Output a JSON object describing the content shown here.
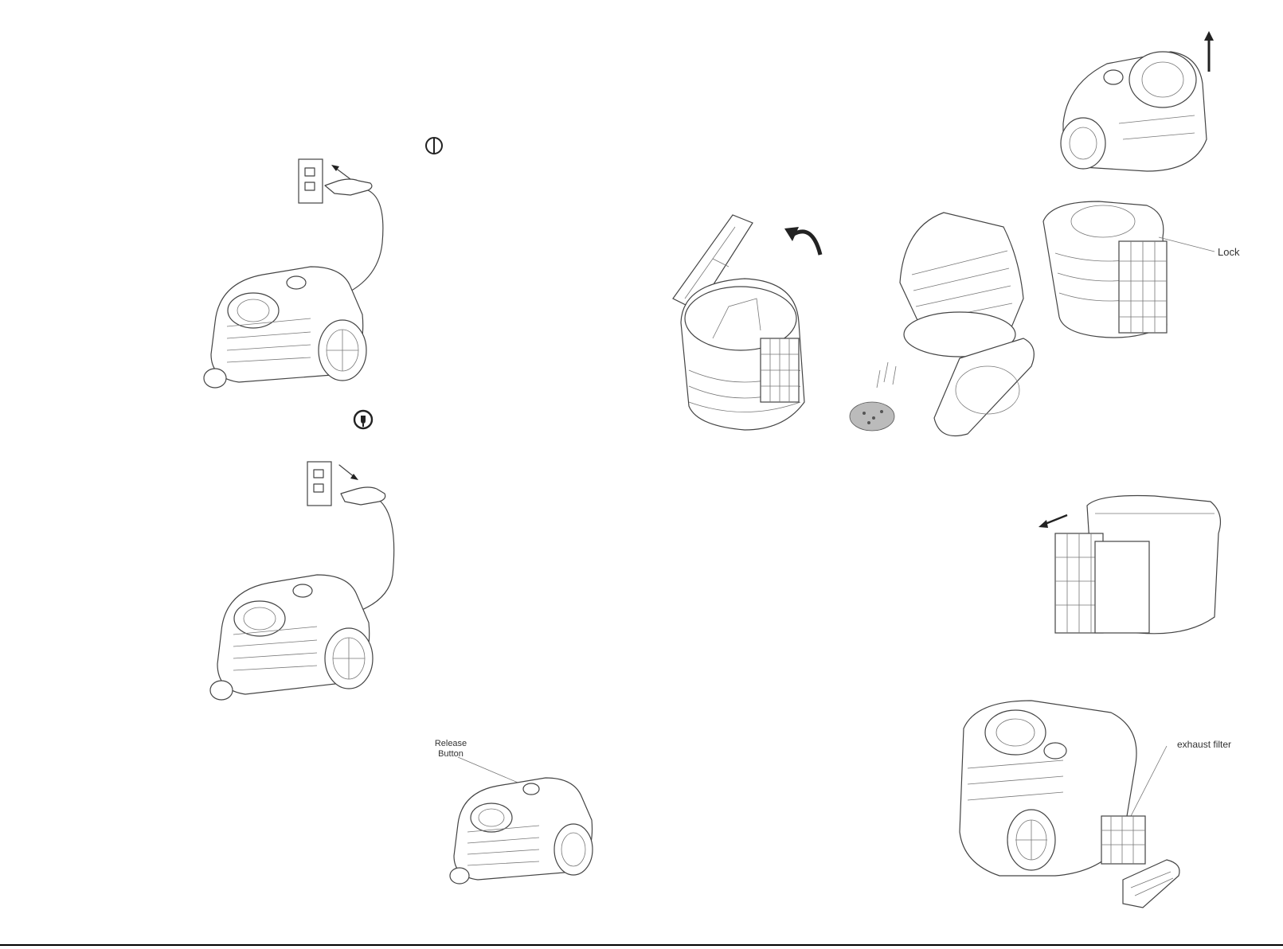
{
  "labels": {
    "lock": "Lock",
    "release_button": "Release\nButton",
    "exhaust_filter": "exhaust filter"
  },
  "icons": {
    "power_symbol": "power-switch-icon",
    "cord_rewind_symbol": "cord-rewind-icon",
    "plug_in_arrow": "arrow-icon",
    "lift_arrow": "arrow-up-icon",
    "rotate_arrow": "rotate-arrow-icon"
  },
  "colors": {
    "line": "#444444",
    "background": "#ffffff"
  }
}
